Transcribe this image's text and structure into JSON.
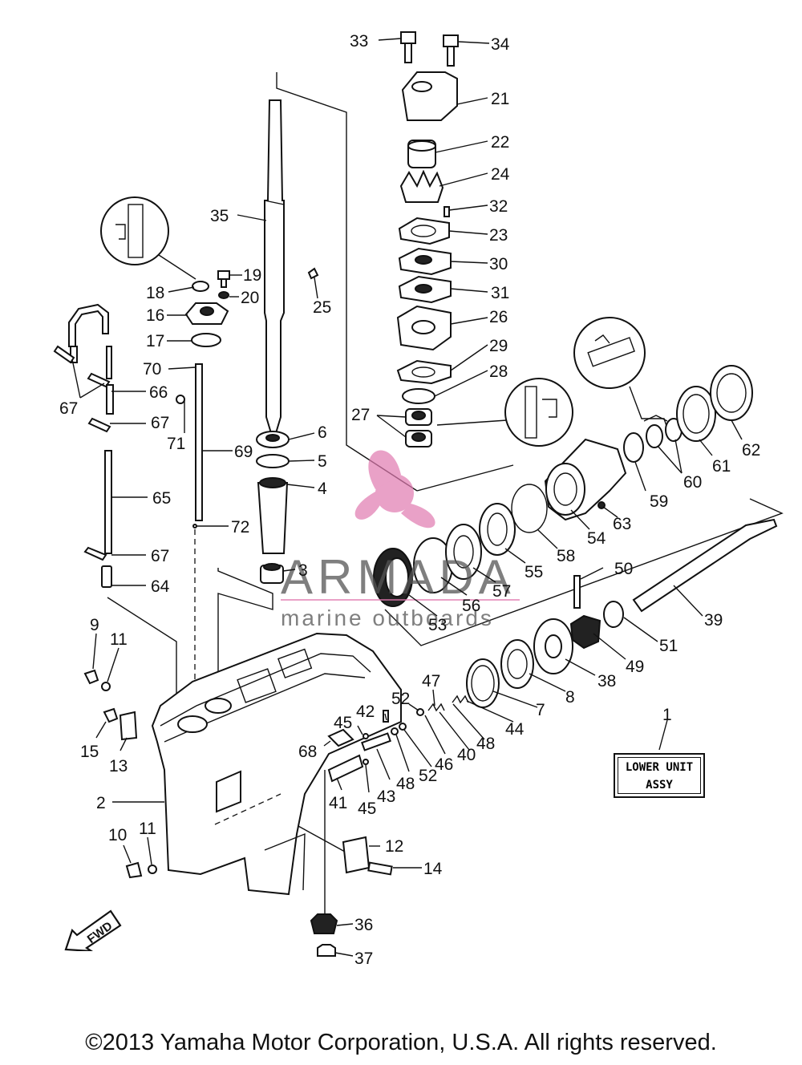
{
  "diagram": {
    "labels": [
      {
        "id": "1",
        "text": "1"
      },
      {
        "id": "2",
        "text": "2"
      },
      {
        "id": "3",
        "text": "3"
      },
      {
        "id": "4",
        "text": "4"
      },
      {
        "id": "5",
        "text": "5"
      },
      {
        "id": "6",
        "text": "6"
      },
      {
        "id": "7",
        "text": "7"
      },
      {
        "id": "8",
        "text": "8"
      },
      {
        "id": "9",
        "text": "9"
      },
      {
        "id": "10",
        "text": "10"
      },
      {
        "id": "11a",
        "text": "11"
      },
      {
        "id": "11b",
        "text": "11"
      },
      {
        "id": "12",
        "text": "12"
      },
      {
        "id": "13",
        "text": "13"
      },
      {
        "id": "14",
        "text": "14"
      },
      {
        "id": "15",
        "text": "15"
      },
      {
        "id": "16",
        "text": "16"
      },
      {
        "id": "17",
        "text": "17"
      },
      {
        "id": "18",
        "text": "18"
      },
      {
        "id": "19",
        "text": "19"
      },
      {
        "id": "20",
        "text": "20"
      },
      {
        "id": "21",
        "text": "21"
      },
      {
        "id": "22",
        "text": "22"
      },
      {
        "id": "23",
        "text": "23"
      },
      {
        "id": "24",
        "text": "24"
      },
      {
        "id": "25",
        "text": "25"
      },
      {
        "id": "26",
        "text": "26"
      },
      {
        "id": "27",
        "text": "27"
      },
      {
        "id": "28",
        "text": "28"
      },
      {
        "id": "29",
        "text": "29"
      },
      {
        "id": "30",
        "text": "30"
      },
      {
        "id": "31",
        "text": "31"
      },
      {
        "id": "32",
        "text": "32"
      },
      {
        "id": "33",
        "text": "33"
      },
      {
        "id": "34",
        "text": "34"
      },
      {
        "id": "35",
        "text": "35"
      },
      {
        "id": "36",
        "text": "36"
      },
      {
        "id": "37",
        "text": "37"
      },
      {
        "id": "38",
        "text": "38"
      },
      {
        "id": "39",
        "text": "39"
      },
      {
        "id": "40",
        "text": "40"
      },
      {
        "id": "41",
        "text": "41"
      },
      {
        "id": "42",
        "text": "42"
      },
      {
        "id": "43",
        "text": "43"
      },
      {
        "id": "44",
        "text": "44"
      },
      {
        "id": "45a",
        "text": "45"
      },
      {
        "id": "45b",
        "text": "45"
      },
      {
        "id": "46",
        "text": "46"
      },
      {
        "id": "47",
        "text": "47"
      },
      {
        "id": "48a",
        "text": "48"
      },
      {
        "id": "48b",
        "text": "48"
      },
      {
        "id": "49",
        "text": "49"
      },
      {
        "id": "50",
        "text": "50"
      },
      {
        "id": "51",
        "text": "51"
      },
      {
        "id": "52a",
        "text": "52"
      },
      {
        "id": "52b",
        "text": "52"
      },
      {
        "id": "53",
        "text": "53"
      },
      {
        "id": "54",
        "text": "54"
      },
      {
        "id": "55",
        "text": "55"
      },
      {
        "id": "56",
        "text": "56"
      },
      {
        "id": "57",
        "text": "57"
      },
      {
        "id": "58",
        "text": "58"
      },
      {
        "id": "59",
        "text": "59"
      },
      {
        "id": "60",
        "text": "60"
      },
      {
        "id": "61",
        "text": "61"
      },
      {
        "id": "62",
        "text": "62"
      },
      {
        "id": "63",
        "text": "63"
      },
      {
        "id": "64",
        "text": "64"
      },
      {
        "id": "65",
        "text": "65"
      },
      {
        "id": "66",
        "text": "66"
      },
      {
        "id": "67a",
        "text": "67"
      },
      {
        "id": "67b",
        "text": "67"
      },
      {
        "id": "67c",
        "text": "67"
      },
      {
        "id": "68",
        "text": "68"
      },
      {
        "id": "69",
        "text": "69"
      },
      {
        "id": "70",
        "text": "70"
      },
      {
        "id": "71",
        "text": "71"
      },
      {
        "id": "72",
        "text": "72"
      }
    ],
    "assy_box": {
      "line1": "LOWER UNIT",
      "line2": "ASSY"
    },
    "fwd_label": "FWD"
  },
  "watermark": {
    "brand": "ARMADA",
    "tagline": "marine outboards",
    "accent_color": "#e07ab0"
  },
  "footer": {
    "copyright": "©2013 Yamaha Motor Corporation, U.S.A. All rights reserved."
  }
}
